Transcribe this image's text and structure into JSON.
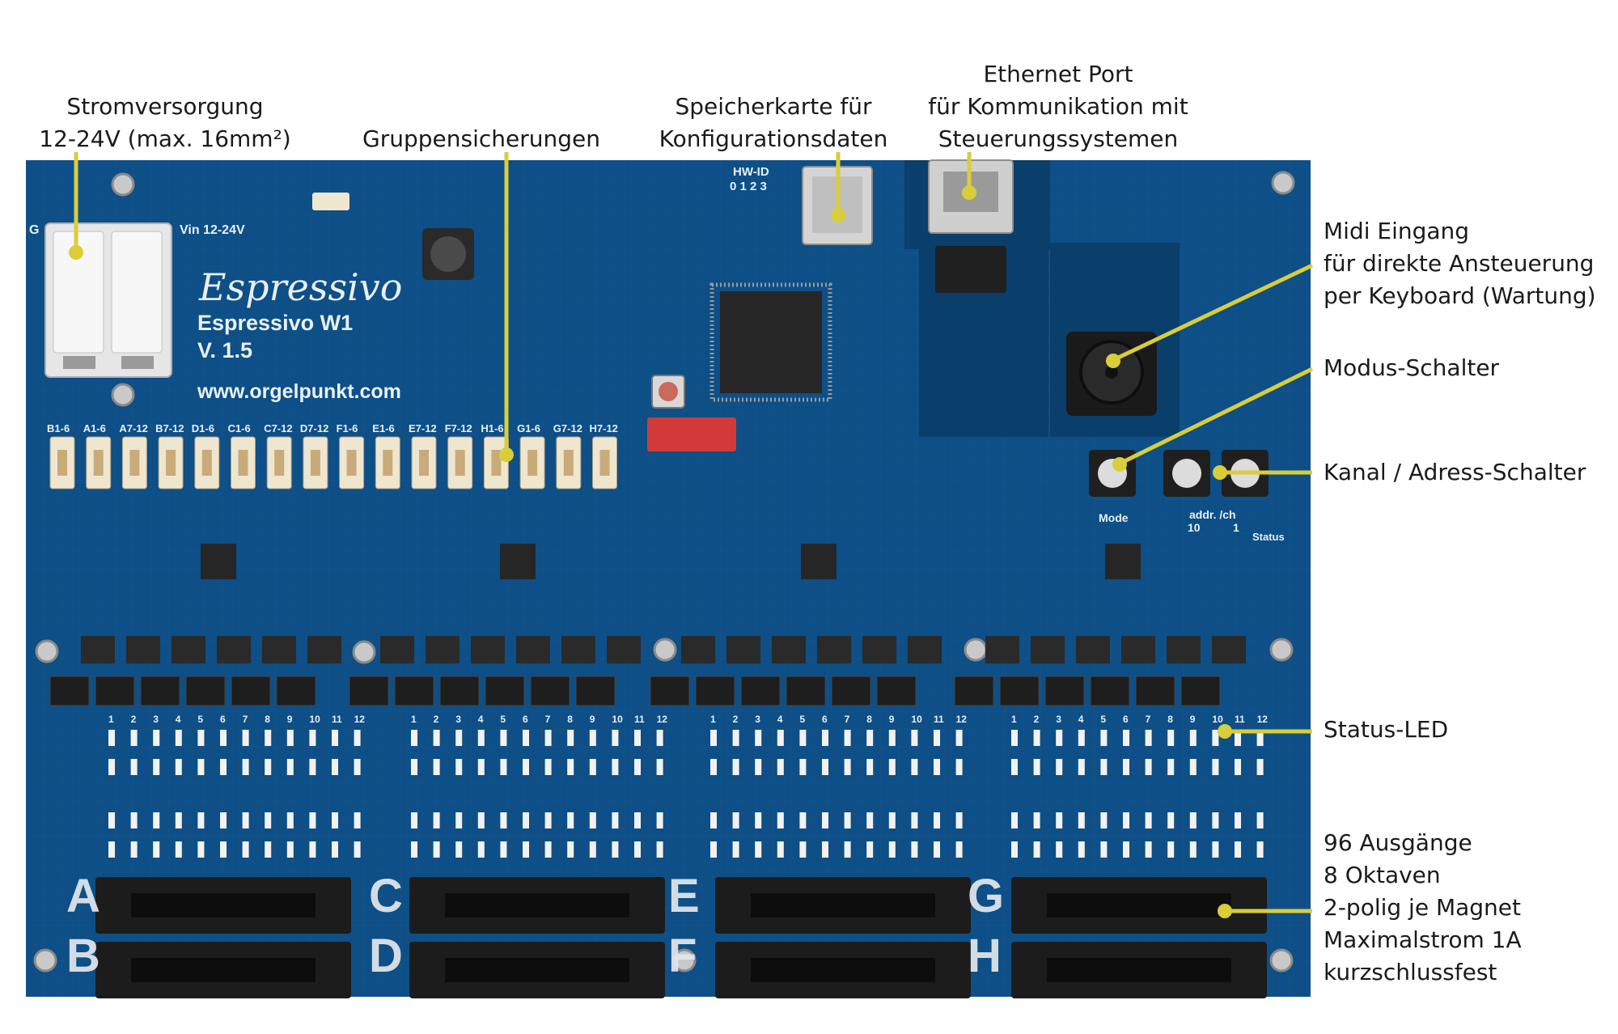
{
  "board": {
    "brand": "Espressivo",
    "model": "Espressivo W1",
    "version": "V. 1.5",
    "url": "www.orgelpunkt.com",
    "power_terminal_left": "G",
    "power_terminal_right": "Vin 12-24V",
    "hwid_title": "HW-ID",
    "hwid_digits": "0 1 2 3",
    "mode_label": "Mode",
    "addr_label": "addr. /ch",
    "addr_10": "10",
    "addr_1": "1",
    "status_label": "Status",
    "fuse_labels": [
      "B1-6",
      "A1-6",
      "A7-12",
      "B7-12",
      "D1-6",
      "C1-6",
      "C7-12",
      "D7-12",
      "F1-6",
      "E1-6",
      "E7-12",
      "F7-12",
      "H1-6",
      "G1-6",
      "G7-12",
      "H7-12"
    ],
    "bank_letters_top": [
      "A",
      "C",
      "E",
      "G"
    ],
    "bank_letters_bottom": [
      "B",
      "D",
      "F",
      "H"
    ],
    "pin_numbers": [
      "1",
      "2",
      "3",
      "4",
      "5",
      "6",
      "7",
      "8",
      "9",
      "10",
      "11",
      "12"
    ],
    "colors": {
      "pcb": "#0d4f86",
      "pcb_dark": "#0a3e6b",
      "callout": "#d9cd3a",
      "connector": "#1c1c1c",
      "fuse": "#efe6cf",
      "led": "#f2f2f2"
    }
  },
  "callouts": {
    "stromversorgung": [
      "Stromversorgung",
      "12-24V (max. 16mm²)"
    ],
    "gruppensicherungen": [
      "Gruppensicherungen"
    ],
    "speicherkarte": [
      "Speicherkarte für",
      "Konfigurationsdaten"
    ],
    "ethernet": [
      "Ethernet Port",
      "für Kommunikation mit",
      "Steuerungssystemen"
    ],
    "midi": [
      "Midi  Eingang",
      "für direkte Ansteuerung",
      "per Keyboard (Wartung)"
    ],
    "modus": [
      "Modus-Schalter"
    ],
    "kanal": [
      "Kanal / Adress-Schalter"
    ],
    "status_led": [
      "Status-LED"
    ],
    "ausgaenge": [
      "96 Ausgänge",
      "8 Oktaven",
      "2-polig je Magnet",
      "Maximalstrom 1A",
      "kurzschlussfest"
    ]
  }
}
